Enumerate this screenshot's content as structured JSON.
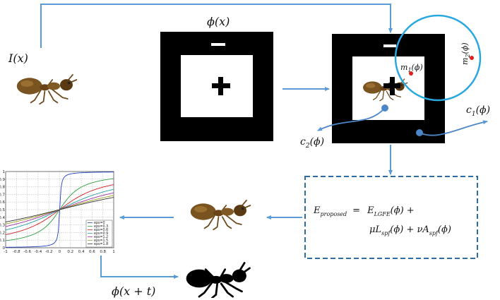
{
  "labels": {
    "image_label": "I(x)",
    "phi_label": "ϕ(x)",
    "phi_shift_label": "ϕ(x + t)",
    "c1_label": "c",
    "c1_sub": "1",
    "c1_arg": "(ϕ)",
    "c2_label": "c",
    "c2_sub": "2",
    "c2_arg": "(ϕ)",
    "m1_label": "m",
    "m1_sub": "1",
    "m1_arg": "(ϕ)",
    "m2_label": "m",
    "m2_sub": "2",
    "m2_arg": "(ϕ)",
    "minus_sign": "−",
    "plus_sign": "✚"
  },
  "equation": {
    "lhs": "E",
    "lhs_sub": "proposed",
    "equals": "=",
    "term1": "E",
    "term1_sub": "LGFE",
    "term1_arg": "(ϕ) +",
    "mu": "μL",
    "mu_sub": "spf",
    "mu_arg": "(ϕ) + νA",
    "nu_sub": "spf",
    "nu_arg": "(ϕ)"
  },
  "plot": {
    "x_ticks": [
      "-1",
      "-0.8",
      "-0.6",
      "-0.4",
      "-0.2",
      "0",
      "0.2",
      "0.4",
      "0.6",
      "0.8",
      "1"
    ],
    "y_ticks": [
      "0",
      "0.1",
      "0.2",
      "0.3",
      "0.4",
      "0.5",
      "0.6",
      "0.7",
      "0.8",
      "0.9",
      "1"
    ],
    "legend": [
      "eps=0",
      "eps=0.3",
      "eps=0.6",
      "eps=0.9",
      "eps=1.2",
      "eps=1.5",
      "eps=1.8"
    ],
    "legend_colors": [
      "#1f3fbf",
      "#2e9e3e",
      "#d02020",
      "#20a0a0",
      "#a030a0",
      "#a0a020",
      "#303030"
    ]
  },
  "colors": {
    "arrow": "#5b9bd5",
    "circle": "#29a8e0",
    "dot_red": "#e02020",
    "dot_blue": "#4a86c8",
    "box_dash": "#2e6da4"
  }
}
